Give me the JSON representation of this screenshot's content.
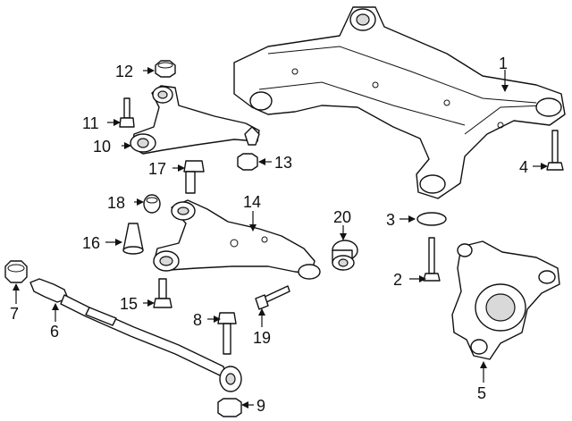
{
  "diagram": {
    "kind": "exploded-parts-diagram",
    "line_color": "#111111",
    "background": "#ffffff"
  },
  "callouts": {
    "c1": "1",
    "c2": "2",
    "c3": "3",
    "c4": "4",
    "c5": "5",
    "c6": "6",
    "c7": "7",
    "c8": "8",
    "c9": "9",
    "c10": "10",
    "c11": "11",
    "c12": "12",
    "c13": "13",
    "c14": "14",
    "c15": "15",
    "c16": "16",
    "c17": "17",
    "c18": "18",
    "c19": "19",
    "c20": "20"
  }
}
